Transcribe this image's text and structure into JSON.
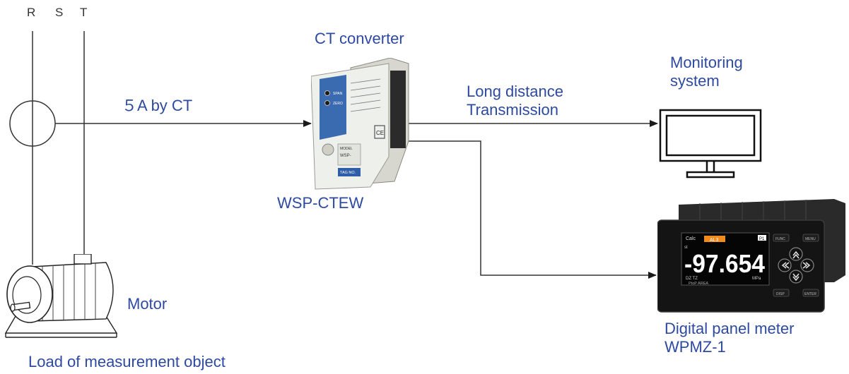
{
  "phases": [
    "R",
    "S",
    "T"
  ],
  "ct_wire_label": "５A by CT",
  "converter": {
    "title": "CT converter",
    "model": "WSP-CTEW",
    "face_texts": [
      "SPAN",
      "ZERO",
      "MODEL",
      "WSP-",
      "TAG NO."
    ]
  },
  "transmission_label": [
    "Long distance",
    "Transmission"
  ],
  "monitoring_label": [
    "Monitoring",
    "system"
  ],
  "motor_label": "Motor",
  "load_label": "Load of measurement object",
  "meter": {
    "label": [
      "Digital panel meter",
      "WPMZ-1"
    ],
    "display": {
      "mode": "Calc",
      "alarm": "AL3",
      "p1": "P1",
      "st": "st",
      "value": "-97.654",
      "tags": "DZ  TZ",
      "unit": "MPa",
      "footer": "PtoP   AREA"
    },
    "buttons": [
      "FUNC",
      "MENU",
      "DISP",
      "ENTER"
    ]
  },
  "colors": {
    "label": "#2e4aa0",
    "wire": "#333333"
  }
}
